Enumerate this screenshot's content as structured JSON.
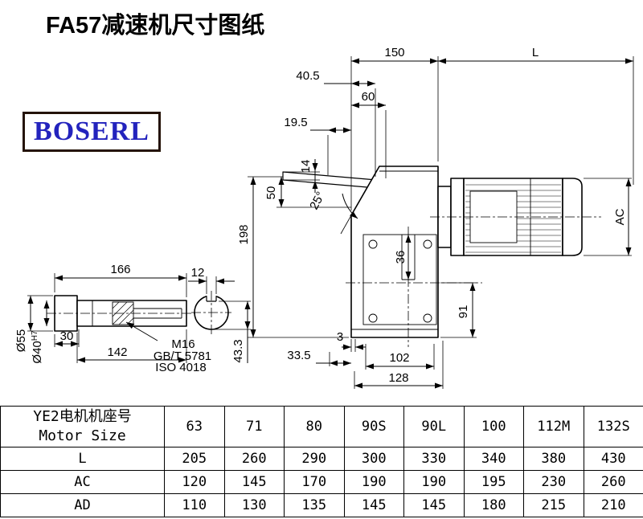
{
  "page": {
    "title": "FA57减速机尺寸图纸"
  },
  "logo": {
    "text": "BOSERL",
    "text_color": "#2323bd",
    "border_color": "#241307"
  },
  "drawing": {
    "dims": {
      "d150": "150",
      "dL": "L",
      "d40_5": "40.5",
      "d60": "60",
      "d19_5": "19.5",
      "d14": "14",
      "d50": "50",
      "d25deg": "25°",
      "d198": "198",
      "dAC": "AC",
      "d36": "36",
      "d91": "91",
      "d3": "3",
      "d33_5": "33.5",
      "d102": "102",
      "d128": "128",
      "d166": "166",
      "d12": "12",
      "d30": "30",
      "d142": "142",
      "d55": "Ø55",
      "d40": "Ø40",
      "d40sup": "H7",
      "d43_3": "43.3",
      "m16": "M16",
      "gb": "GB/T 5781",
      "iso": "ISO 4018"
    }
  },
  "table": {
    "header": {
      "line1": "YE2电机机座号",
      "line2": "Motor Size"
    },
    "sizes": [
      "63",
      "71",
      "80",
      "90S",
      "90L",
      "100",
      "112M",
      "132S"
    ],
    "rows": [
      {
        "label": "L",
        "values": [
          "205",
          "260",
          "290",
          "300",
          "330",
          "340",
          "380",
          "430"
        ]
      },
      {
        "label": "AC",
        "values": [
          "120",
          "145",
          "170",
          "190",
          "190",
          "195",
          "230",
          "260"
        ]
      },
      {
        "label": "AD",
        "values": [
          "110",
          "130",
          "135",
          "145",
          "145",
          "180",
          "215",
          "210"
        ]
      }
    ]
  }
}
